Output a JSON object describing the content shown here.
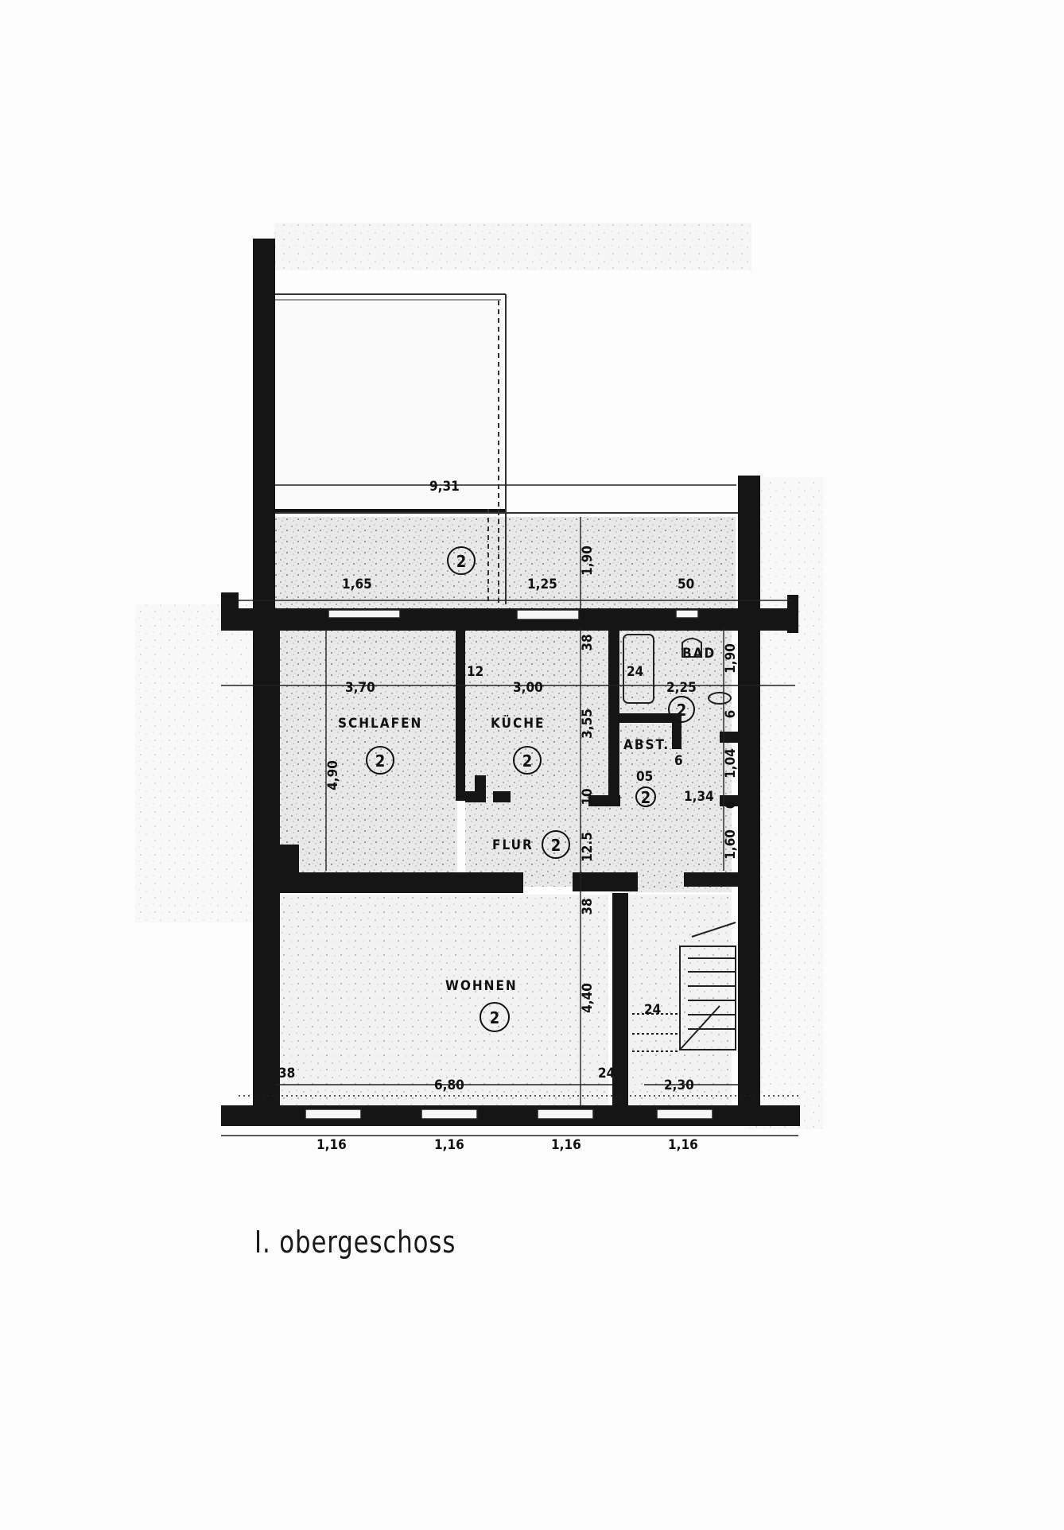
{
  "caption": "I. obergeschoss",
  "rooms": {
    "schlafen": {
      "label": "SCHLAFEN",
      "num": "2"
    },
    "kueche": {
      "label": "KÜCHE",
      "num": "2"
    },
    "bad": {
      "label": "BAD"
    },
    "abst": {
      "label": "ABST."
    },
    "flur": {
      "label": "FLUR",
      "num": "2"
    },
    "wohnen": {
      "label": "WOHNEN",
      "num": "2"
    },
    "balkon": {
      "num": "2"
    },
    "bad_num": "2",
    "abst_num": "2"
  },
  "dimensions": {
    "overall_width": "9,31",
    "balcony_window_left": "1,65",
    "balcony_door": "1,25",
    "balcony_depth": "1,90",
    "bad_window": "50",
    "bad_depth": "1,90",
    "schlafen_width": "3,70",
    "kueche_width": "3,00",
    "bad_width": "2,25",
    "kueche_depth": "3,55",
    "schlafen_depth": "4,90",
    "wall_12": "12",
    "wall_38_top": "38",
    "wall_24_bad": "24",
    "wall_6a": "6",
    "wall_6b": "6",
    "wall_6c": "6",
    "abst_width": "1,34",
    "abst_05": "05",
    "wall_1_04": "1,04",
    "wall_10": "10",
    "flur_12": "12.5",
    "flur_160": "1,60",
    "wall_38_mid": "38",
    "wohnen_depth": "4,40",
    "wohnen_width": "6,80",
    "wall_38_left": "38",
    "wall_24_right": "24",
    "stair_width": "2,30",
    "stair_24": "24",
    "window_1": "1,16",
    "window_2": "1,16",
    "window_3": "1,16",
    "window_4": "1,16"
  }
}
